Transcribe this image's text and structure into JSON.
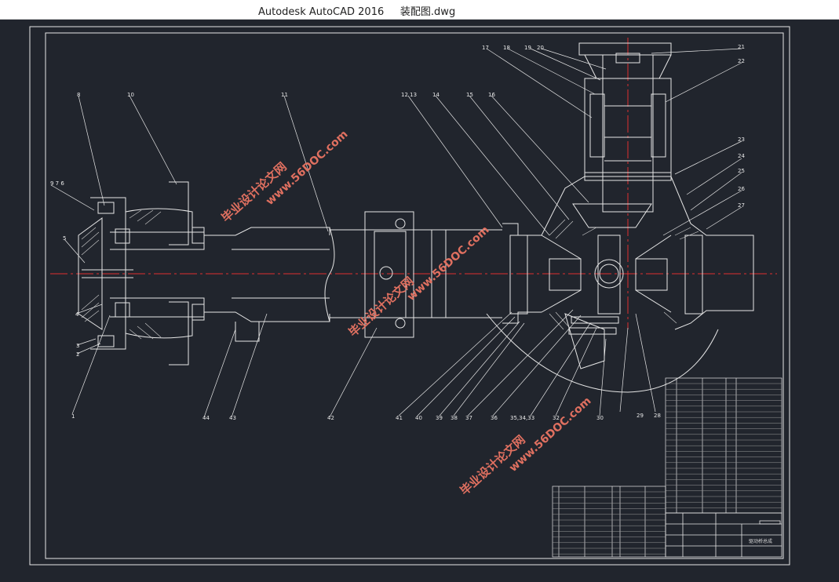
{
  "window": {
    "app_title": "Autodesk AutoCAD 2016",
    "file_name": "装配图.dwg"
  },
  "colors": {
    "background": "#21252d",
    "line": "#e6e6e6",
    "centerline": "#e03030",
    "watermark": "#e07060"
  },
  "drawing": {
    "part_numbers": {
      "p1": "1",
      "p2": "2",
      "p3": "3",
      "p4": "4",
      "p5": "5",
      "p6": "8",
      "p7": "10",
      "p8": "11",
      "p9": "9 7 6",
      "p12": "12 13",
      "p14": "14",
      "p15": "15",
      "p16": "16",
      "p17": "17",
      "p18": "18",
      "p19": "19",
      "p20": "20",
      "p21": "21",
      "p22": "22",
      "p23": "23",
      "p24": "24",
      "p25": "25",
      "p26": "26",
      "p27": "27",
      "p28": "28",
      "p29": "29",
      "p30": "30",
      "p32": "32",
      "p33": "35,34,33",
      "p36": "36",
      "p37": "37",
      "p38": "38",
      "p39": "39",
      "p40": "40",
      "p41": "41",
      "p42": "42",
      "p43": "43",
      "p44": "44"
    },
    "title_block": {
      "drawing_title": "驱动桥总成"
    }
  },
  "watermarks": [
    {
      "text": "毕业设计论文网"
    },
    {
      "text": "www.56DOC.com"
    },
    {
      "text": "毕业设计论文网"
    },
    {
      "text": "www.56DOC.com"
    },
    {
      "text": "毕业设计论文网"
    },
    {
      "text": "www.56DOC.com"
    }
  ]
}
